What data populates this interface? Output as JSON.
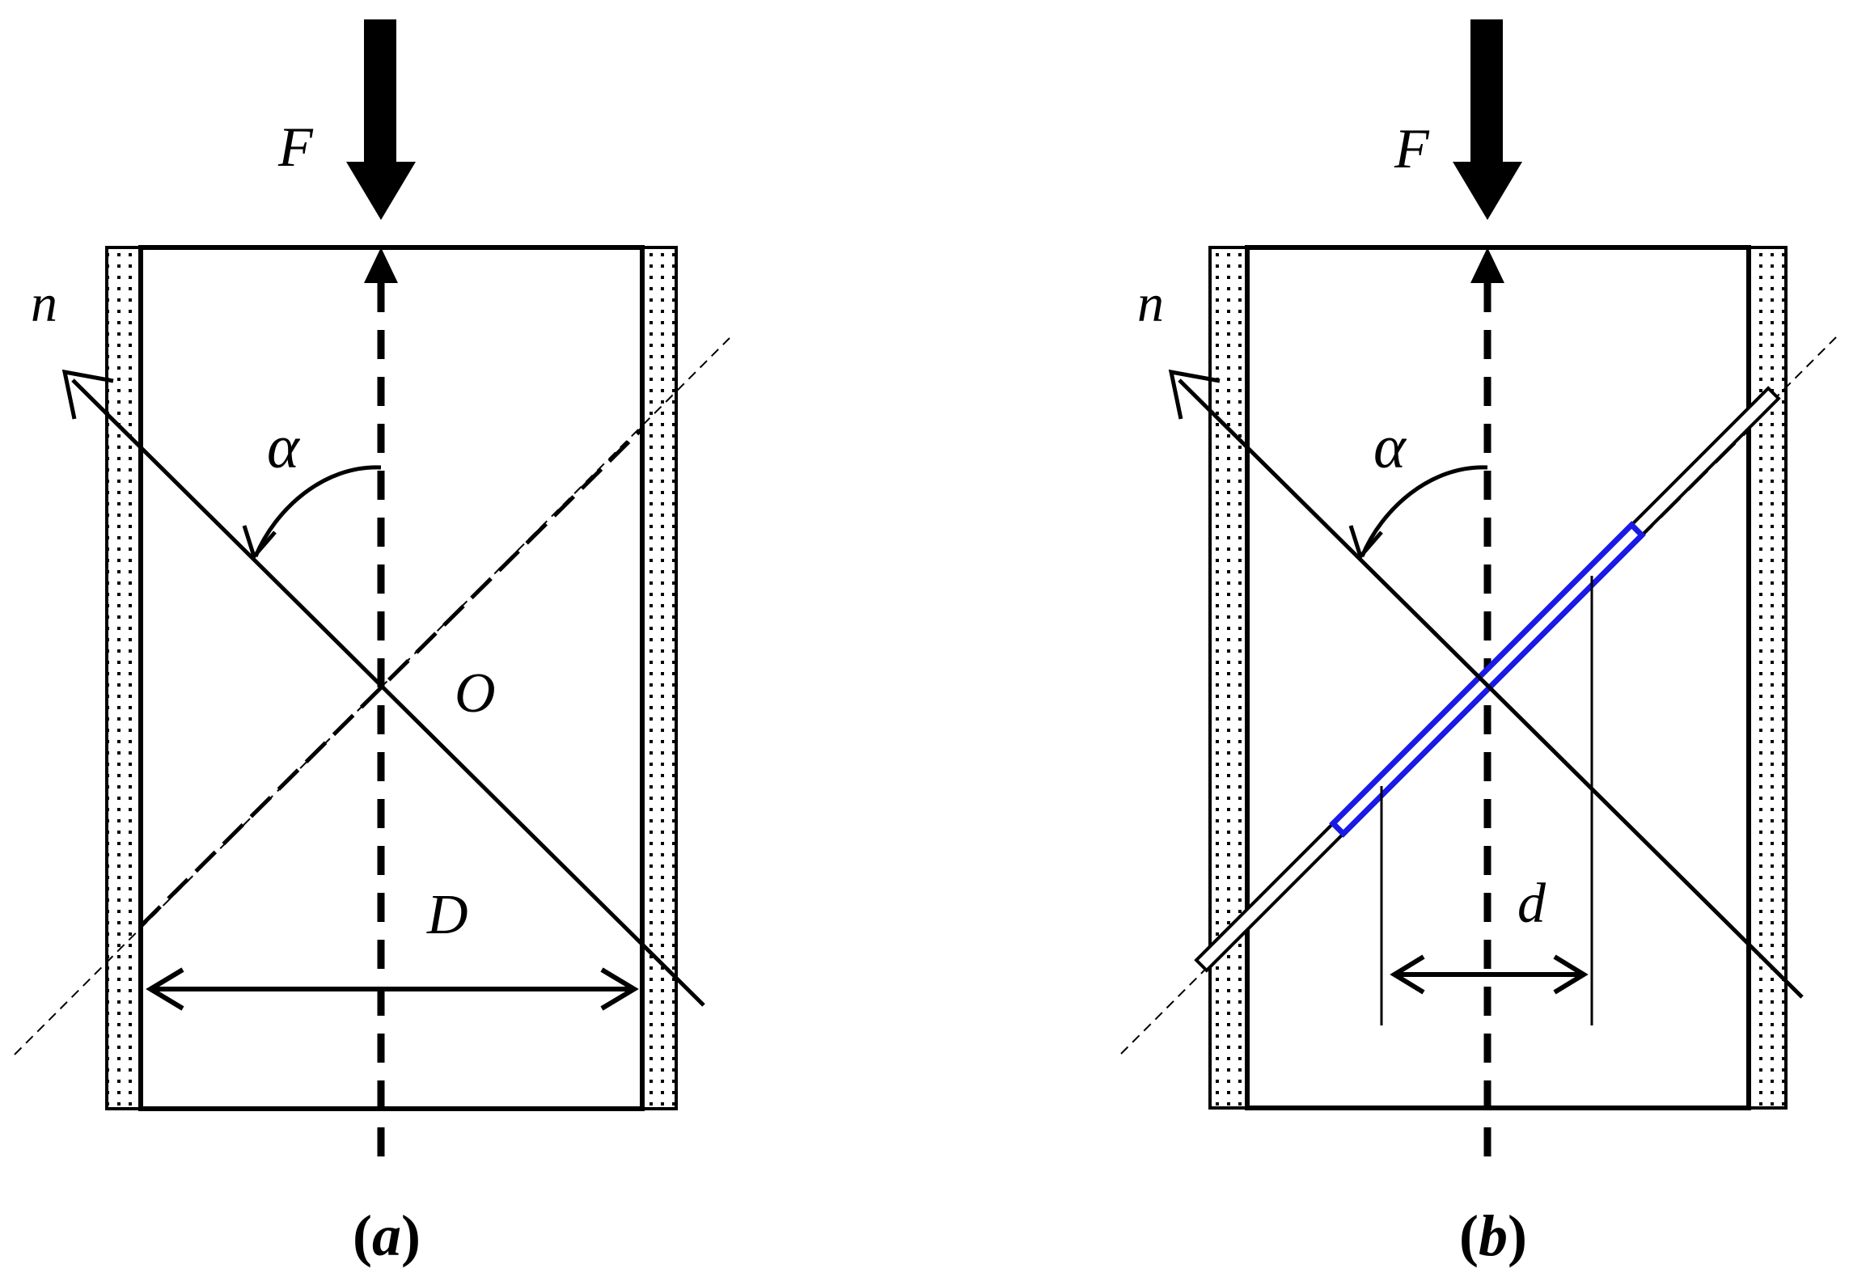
{
  "panel_a": {
    "force_label": "F",
    "normal_label": "n",
    "angle_label": "α",
    "center_label": "O",
    "dimension_label": "D",
    "caption_open": "(",
    "caption_letter": "a",
    "caption_close": ")"
  },
  "panel_b": {
    "force_label": "F",
    "normal_label": "n",
    "angle_label": "α",
    "dimension_label": "d",
    "caption_open": "(",
    "caption_letter": "b",
    "caption_close": ")"
  },
  "colors": {
    "line": "#000000",
    "inclusion": "#1a1ae6"
  }
}
